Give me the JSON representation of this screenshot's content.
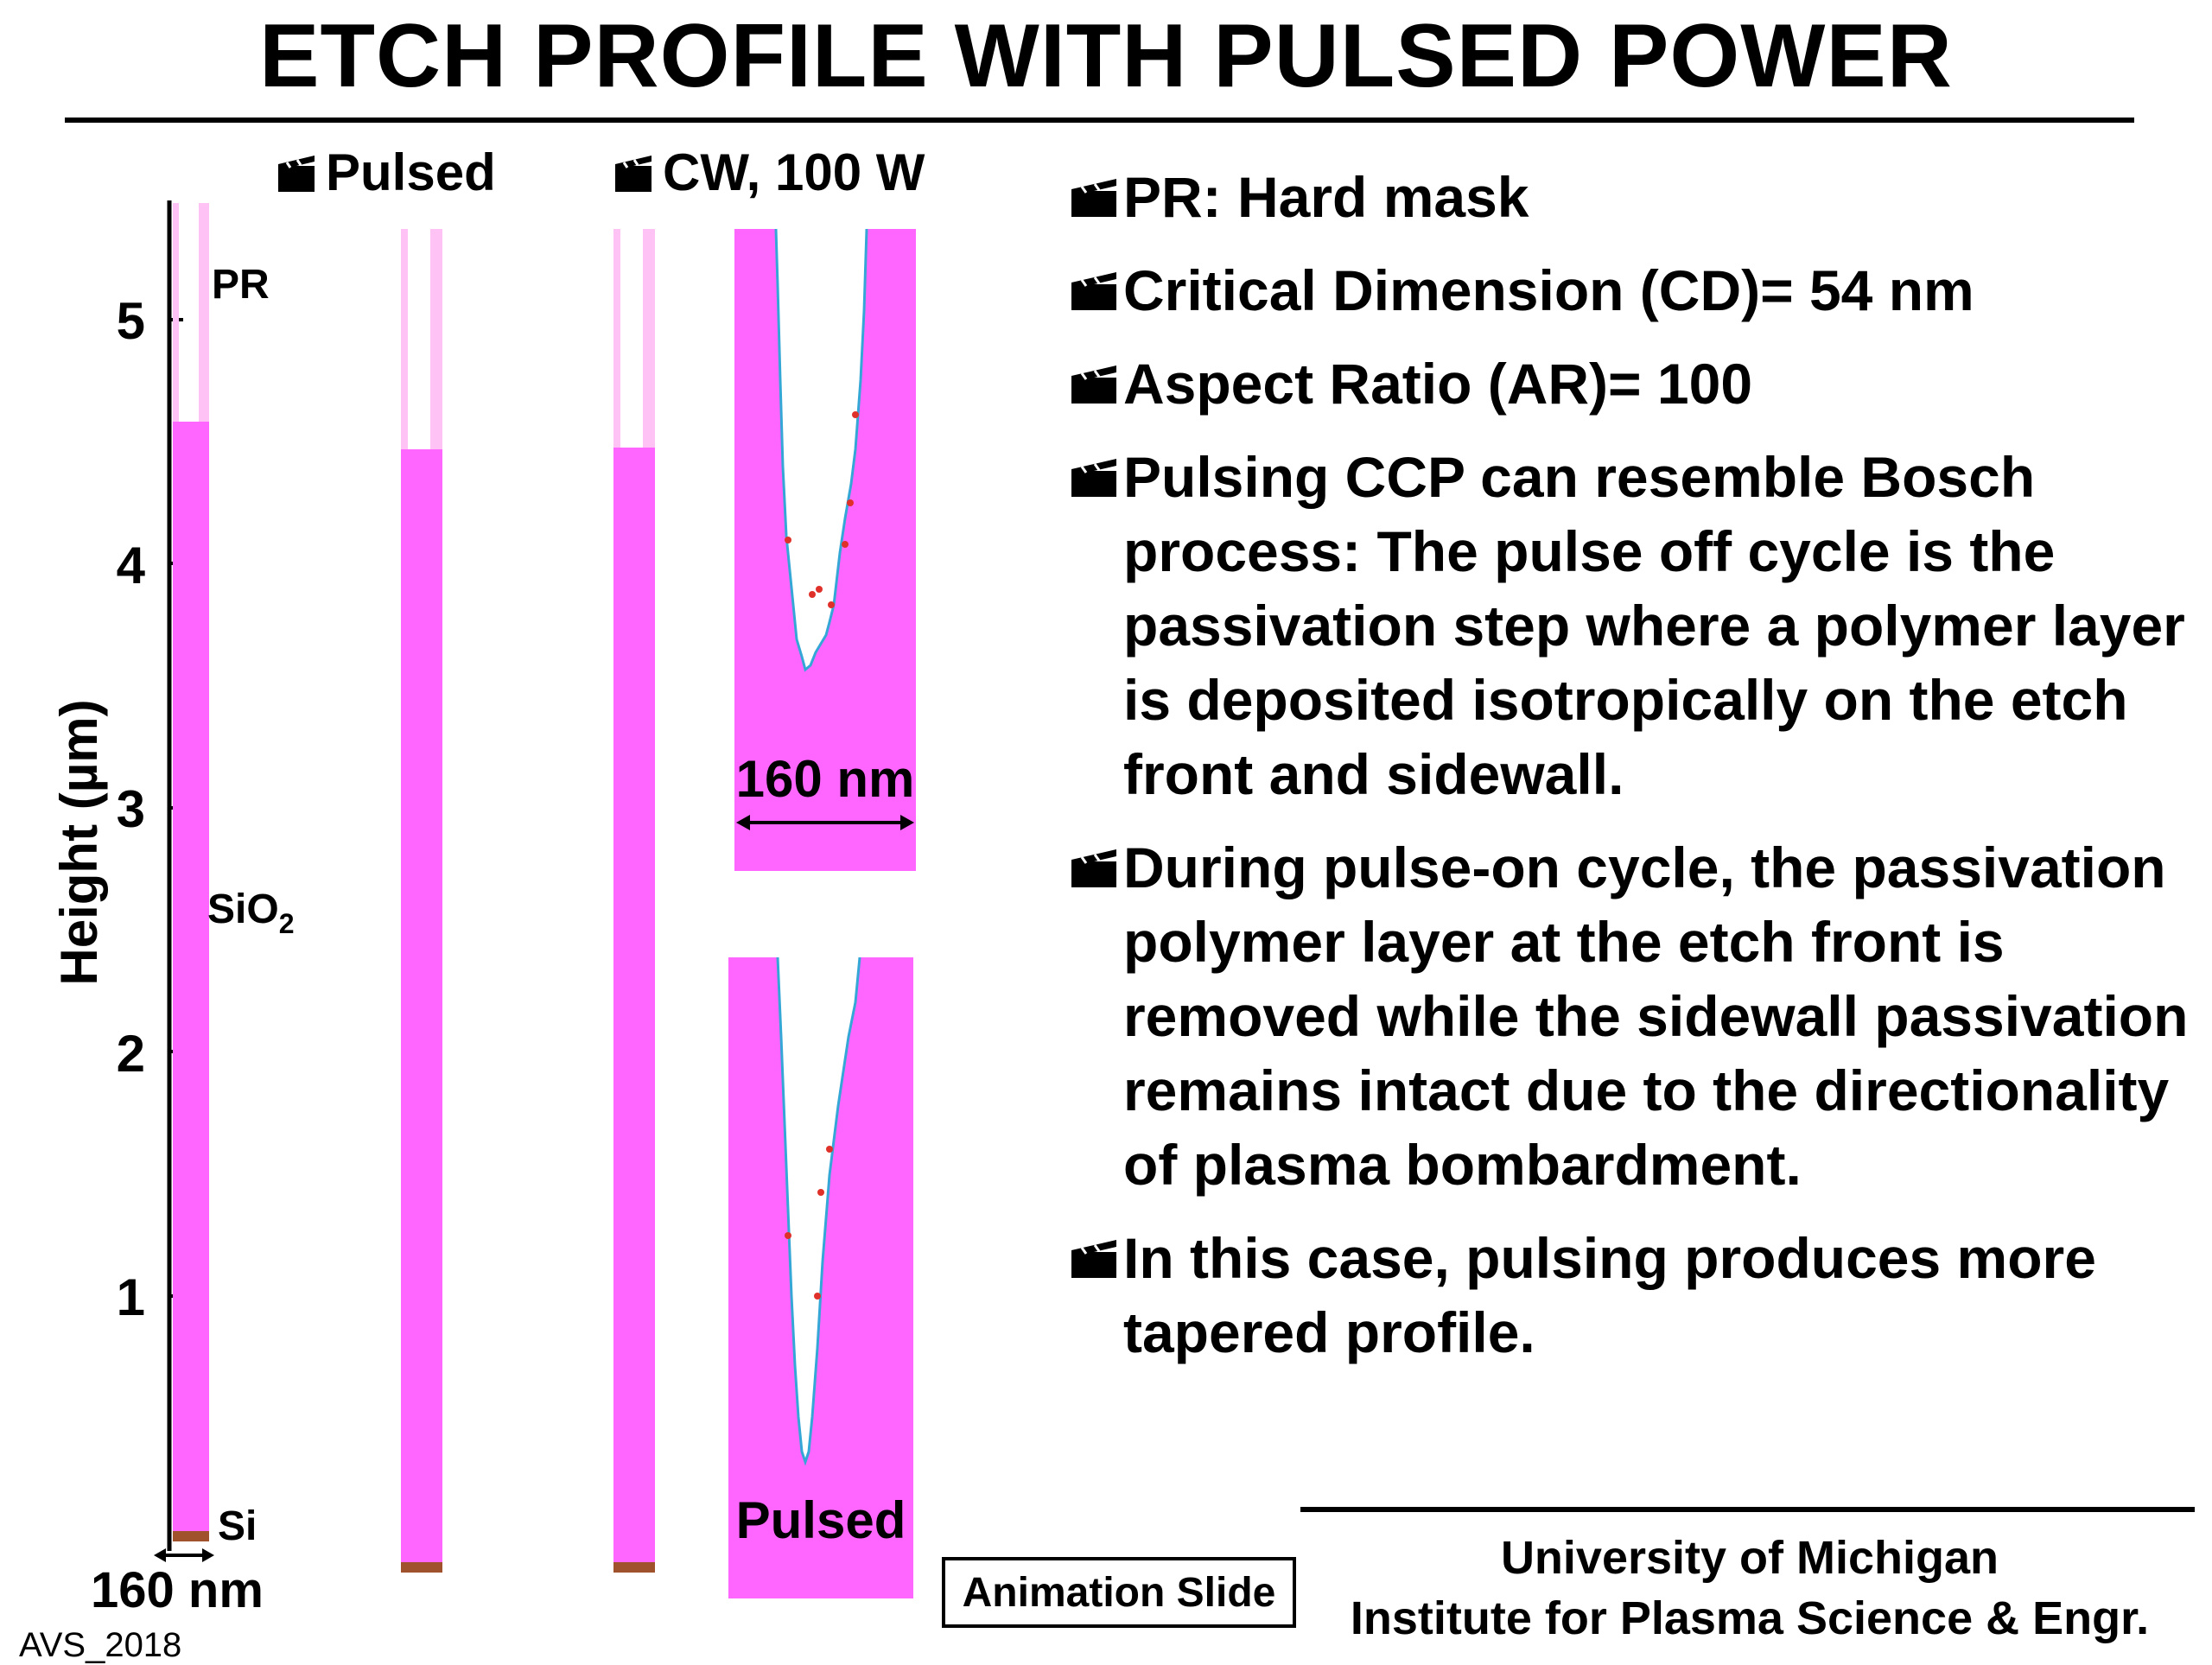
{
  "title": "ETCH PROFILE WITH PULSED POWER",
  "figure": {
    "column_labels": {
      "pulsed": "Pulsed",
      "cw": "CW, 100 W"
    },
    "axis": {
      "label": "Height (µm)",
      "ticks": [
        "1",
        "2",
        "3",
        "4",
        "5"
      ]
    },
    "layers": {
      "pr": "PR",
      "sio2": "SiO",
      "sio2_sub": "2",
      "si": "Si"
    },
    "scale_bar": "160 nm",
    "zoom_scale": "160 nm",
    "zoom_label": "Pulsed",
    "colors": {
      "sio2": "#ff66ff",
      "pr": "#ffc2f5",
      "si": "#a0522d",
      "passivation": "#35a7d6",
      "deposit": "#e0302a"
    }
  },
  "bullets": [
    "PR: Hard mask",
    "Critical Dimension (CD)= 54 nm",
    "Aspect Ratio (AR)= 100",
    "Pulsing CCP can resemble Bosch process: The pulse off cycle is the passivation step where a polymer layer is deposited isotropically on the etch front and sidewall.",
    "During pulse-on cycle, the passivation polymer layer at the etch front is removed while the sidewall passivation remains intact due to the directionality of plasma bombardment.",
    "In this case, pulsing produces more tapered profile."
  ],
  "footer": {
    "animation_label": "Animation Slide",
    "affiliation_line1": "University of Michigan",
    "affiliation_line2": "Institute for Plasma Science & Engr.",
    "tag": "AVS_2018"
  }
}
